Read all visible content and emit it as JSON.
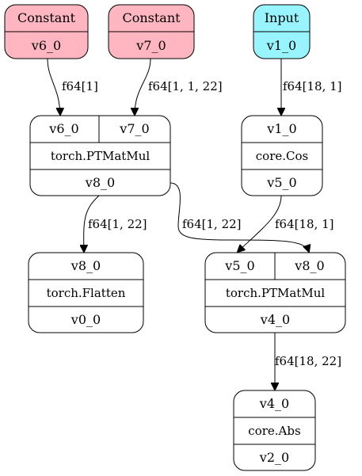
{
  "colors": {
    "constant_fill": "#ffb6c1",
    "input_fill": "#98f5ff",
    "node_fill": "#ffffff",
    "stroke": "#000000"
  },
  "nodes": {
    "const_v6": {
      "kind": "Constant",
      "name": "v6_0"
    },
    "const_v7": {
      "kind": "Constant",
      "name": "v7_0"
    },
    "input_v1": {
      "kind": "Input",
      "name": "v1_0"
    },
    "matmul_a": {
      "in1": "v6_0",
      "in2": "v7_0",
      "op": "torch.PTMatMul",
      "out": "v8_0"
    },
    "cos": {
      "in": "v1_0",
      "op": "core.Cos",
      "out": "v5_0"
    },
    "flatten": {
      "in": "v8_0",
      "op": "torch.Flatten",
      "out": "v0_0"
    },
    "matmul_b": {
      "in1": "v5_0",
      "in2": "v8_0",
      "op": "torch.PTMatMul",
      "out": "v4_0"
    },
    "abs": {
      "in": "v4_0",
      "op": "core.Abs",
      "out": "v2_0"
    }
  },
  "edges": {
    "v6_to_matmul_a": "f64[1]",
    "v7_to_matmul_a": "f64[1, 1, 22]",
    "v1_to_cos": "f64[18, 1]",
    "matmul_a_to_flatten": "f64[1, 22]",
    "matmul_a_to_matmul_b": "f64[1, 22]",
    "cos_to_matmul_b": "f64[18, 1]",
    "matmul_b_to_abs": "f64[18, 22]"
  }
}
